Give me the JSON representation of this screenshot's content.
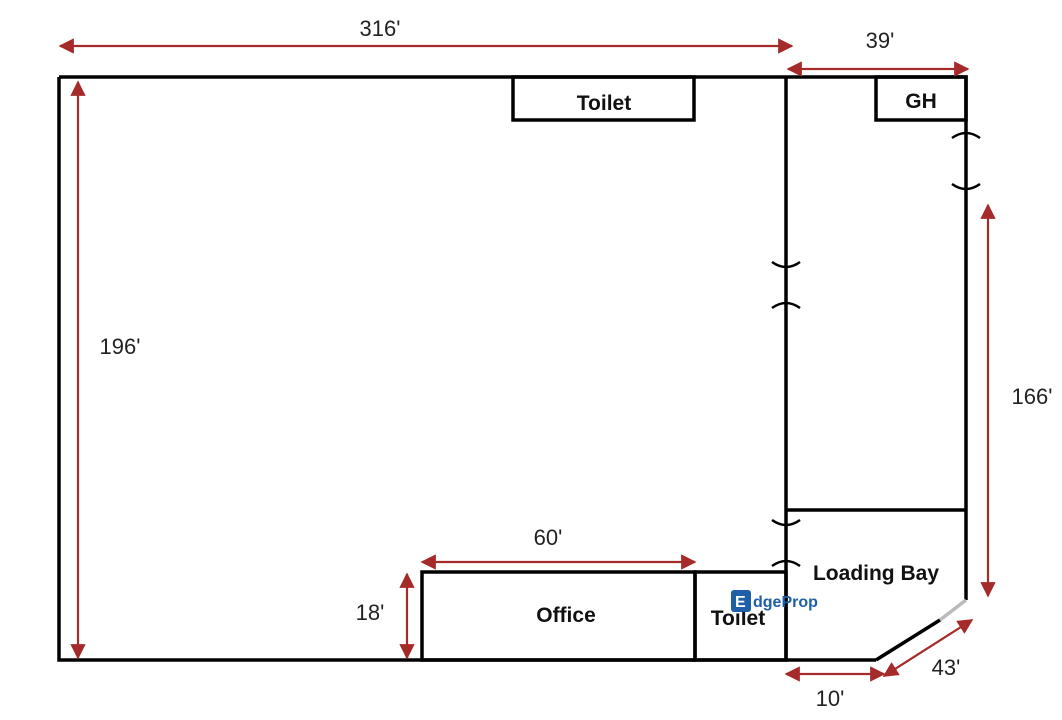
{
  "colors": {
    "wall": "#000000",
    "dimension_arrow": "#a52a2a",
    "watermark_blue": "#1f5fa8",
    "watermark_orange": "#f28c1e"
  },
  "dimensions": {
    "top_width": "316'",
    "annex_width": "39'",
    "left_height": "196'",
    "right_height": "166'",
    "office_width": "60'",
    "office_height": "18'",
    "bottom_small": "10'",
    "diagonal": "43'"
  },
  "rooms": {
    "toilet_top": "Toilet",
    "gh": "GH",
    "office": "Office",
    "toilet_bottom": "Toilet",
    "loading_bay": "Loading Bay"
  },
  "watermark": {
    "brand_mark": "E",
    "brand_edge": "dge",
    "brand_prop": "Prop",
    "icon": "edgeprop-logo-icon"
  }
}
